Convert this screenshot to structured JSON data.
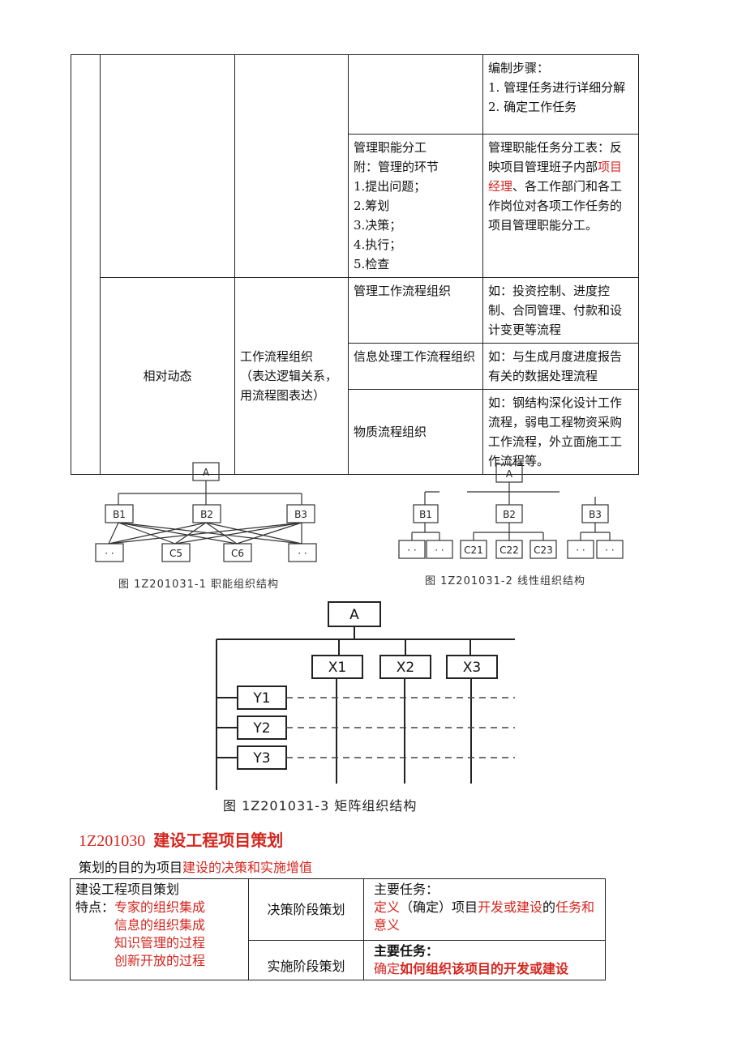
{
  "table1": {
    "r1_c5": {
      "line1": "编制步骤：",
      "line2": "1.  管理任务进行详细分解",
      "line3": "2.  确定工作任务"
    },
    "r2_c4": {
      "title": "管理职能分工",
      "subtitle": "附：管理的环节",
      "items": [
        "1.提出问题；",
        "2.筹划",
        "3.决策；",
        "4.执行；",
        "5.检查"
      ]
    },
    "r2_c5": {
      "pre": "管理职能任务分工表：反映项目管理班子内部",
      "red": "项目经理",
      "post": "、各工作部门和各工作岗位对各项工作任务的项目管理职能分工。"
    },
    "r3_c2": "相对动态",
    "r3_c3": {
      "title": "工作流程组织",
      "desc": "（表达逻辑关系，用流程图表达）"
    },
    "r3_c4": "管理工作流程组织",
    "r3_c5": "如：投资控制、进度控制、合同管理、付款和设计变更等流程",
    "r4_c4": "信息处理工作流程组织",
    "r4_c5": "如：与生成月度进度报告有关的数据处理流程",
    "r5_c4": "物质流程组织",
    "r5_c5": "如：钢结构深化设计工作流程，弱电工程物资采购工作流程，外立面施工工作流程等。"
  },
  "fig1": {
    "caption": "图 1Z201031-1   职能组织结构",
    "top": "A",
    "mid": [
      "B1",
      "B2",
      "B3"
    ],
    "bottom": [
      "· ·",
      "C5",
      "C6",
      "· ·"
    ]
  },
  "fig2": {
    "caption": "图 1Z201031-2   线性组织结构",
    "top": "A",
    "mid": [
      "B1",
      "B2",
      "B3"
    ],
    "bottom": [
      "· ·",
      "· ·",
      "C21",
      "C22",
      "C23",
      "· ·",
      "· ·"
    ]
  },
  "fig3": {
    "caption": "图 1Z201031-3    矩阵组织结构",
    "top": "A",
    "cols": [
      "X1",
      "X2",
      "X3"
    ],
    "rows": [
      "Y1",
      "Y2",
      "Y3"
    ]
  },
  "section": {
    "code": "1Z201030",
    "title": "建设工程项目策划"
  },
  "intro": {
    "prefix": "策划的目的为项目",
    "red": "建设的决策和实施增值"
  },
  "table2": {
    "left_title": "建设工程项目策划",
    "left_prefix": "特点：",
    "features": [
      "专家的组织集成",
      "信息的组织集成",
      "知识管理的过程",
      "创新开放的过程"
    ],
    "stage1": "决策阶段策划",
    "stage2": "实施阶段策划",
    "task1_label": "主要任务：",
    "task1": {
      "r1": "定义",
      "b1": "（确定）项目",
      "r2": "开发或建设",
      "b2": "的",
      "r3": "任务和意义"
    },
    "task2_label": "主要任务：",
    "task2": {
      "r1": "确定",
      "r2b": "如何组织该项目的开发或建设"
    }
  }
}
